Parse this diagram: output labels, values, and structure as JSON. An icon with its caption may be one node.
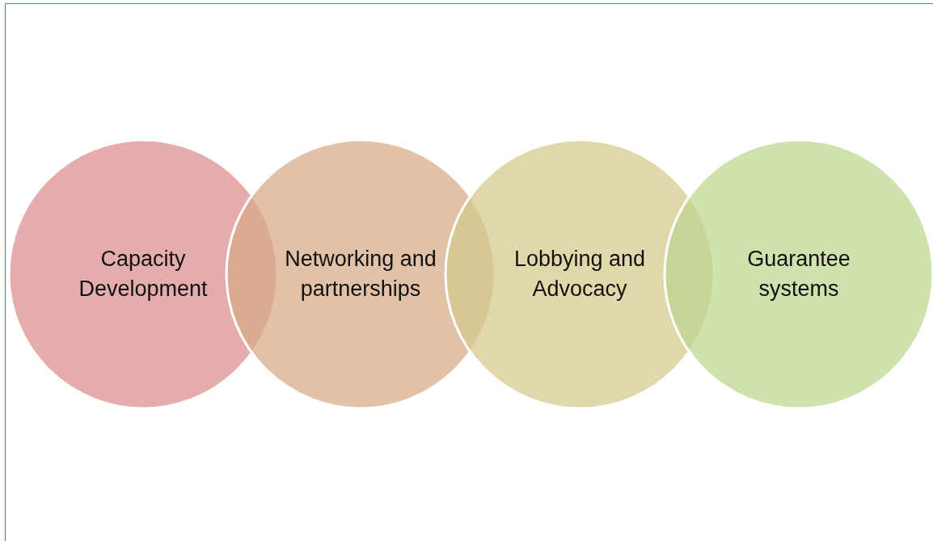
{
  "diagram": {
    "nodes": [
      {
        "text": [
          "Capacity Development"
        ]
      },
      {
        "text": [
          "Networking and partnerships"
        ]
      },
      {
        "text": [
          "Lobbying and Advocacy"
        ]
      },
      {
        "text": [
          "Guarantee systems"
        ]
      }
    ]
  }
}
